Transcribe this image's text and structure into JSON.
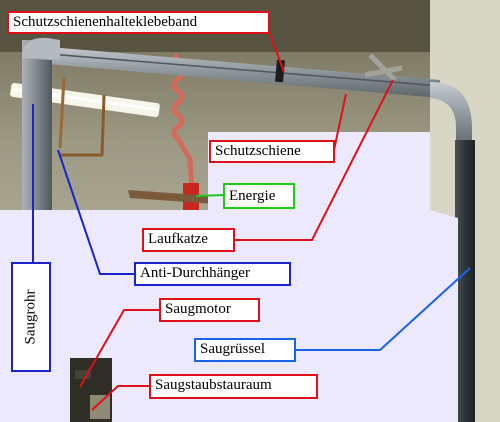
{
  "image": {
    "description_labels": {
      "tape": "Schutzschienenhalteklebeband",
      "rail": "Schutzschiene",
      "energy": "Energie",
      "trolley": "Laufkatze",
      "anti_sag": "Anti-Durchhänger",
      "suction_motor": "Saugmotor",
      "suction_pipe": "Saugrohr",
      "suction_hose": "Saugrüssel",
      "dust_room": "Saugstaubstauraum"
    }
  },
  "colors": {
    "red": "#e0101a",
    "blue": "#1a24c8",
    "green": "#22c81a",
    "light_blue": "#1a62e8",
    "overlay": "#ebe9fb"
  }
}
